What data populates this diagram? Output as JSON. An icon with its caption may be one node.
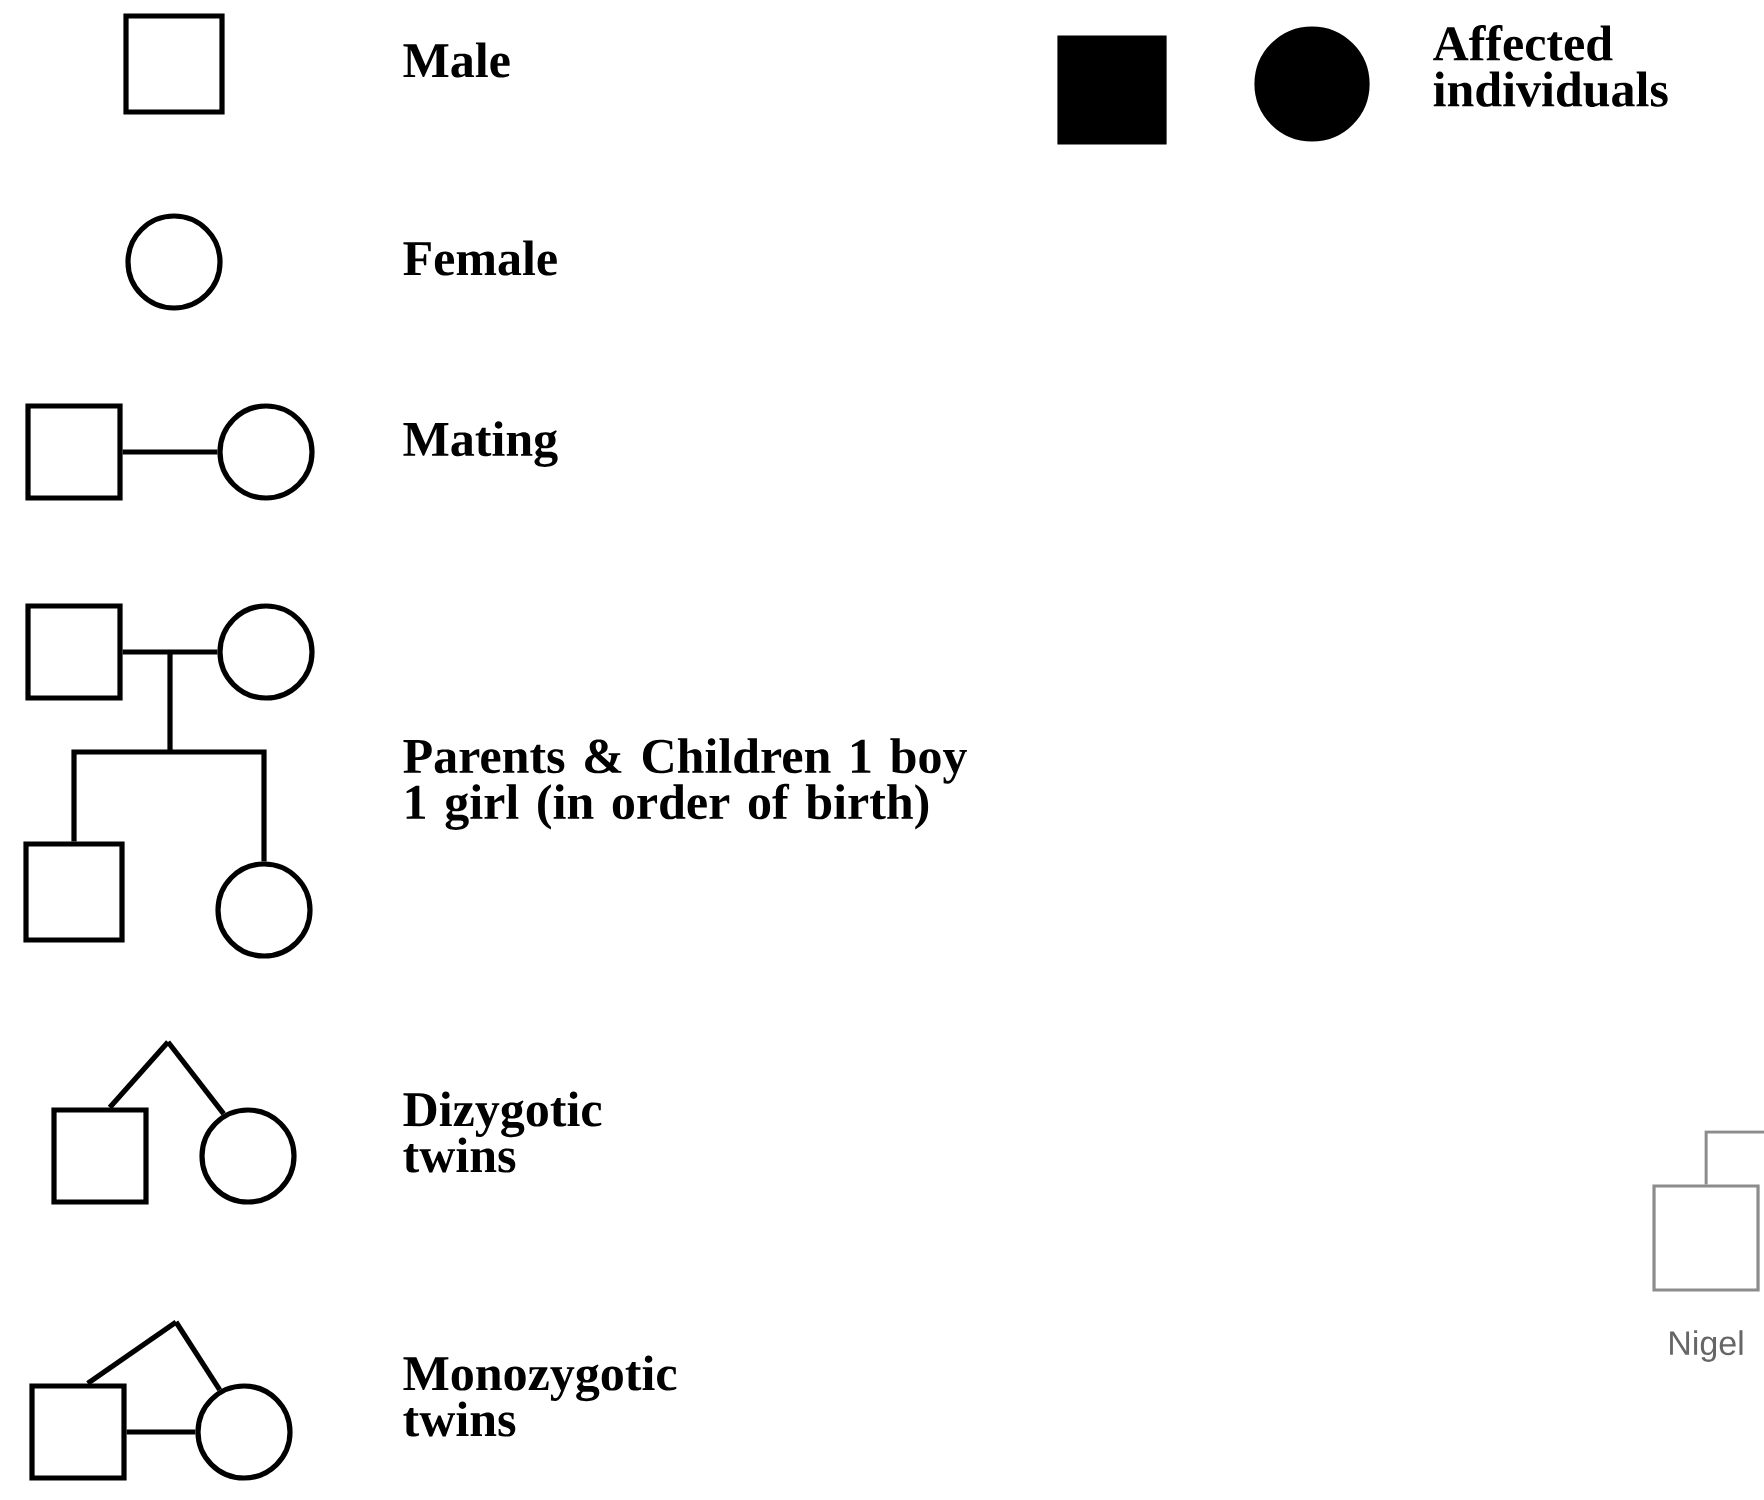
{
  "diagram": {
    "nodes": [
      {
        "text": [],
        "shape": "box"
      },
      {
        "text": [],
        "shape": "circle"
      },
      {
        "text": [],
        "shape": "box"
      },
      {
        "text": [],
        "shape": "circle"
      },
      {
        "text": [],
        "shape": "box"
      },
      {
        "text": [],
        "shape": "circle"
      },
      {
        "text": [],
        "shape": "box"
      },
      {
        "text": [],
        "shape": "circle"
      },
      {
        "text": [],
        "shape": "box"
      },
      {
        "text": [],
        "shape": "circle"
      },
      {
        "text": [],
        "shape": "box"
      },
      {
        "text": [],
        "shape": "circle"
      },
      {
        "text": [],
        "shape": "box"
      },
      {
        "text": [],
        "shape": "circle"
      },
      {
        "text": [],
        "shape": "box",
        "beside": [
          "Nigel"
        ]
      }
    ],
    "edges": [
      {
        "from": 2,
        "to": 3,
        "arrow": "none"
      },
      {
        "from": 4,
        "to": 5,
        "arrow": "none"
      },
      {
        "from": 4,
        "to": 6,
        "arrow": "none"
      },
      {
        "from": 4,
        "to": 7,
        "arrow": "none"
      },
      {
        "from": 5,
        "to": 6,
        "arrow": "none"
      },
      {
        "from": 5,
        "to": 7,
        "arrow": "none"
      },
      {
        "from": null,
        "to": 8,
        "arrow": "none"
      },
      {
        "from": null,
        "to": 9,
        "arrow": "none"
      },
      {
        "from": null,
        "to": 10,
        "arrow": "none"
      },
      {
        "from": null,
        "to": 11,
        "arrow": "none"
      },
      {
        "from": 10,
        "to": 11,
        "arrow": "none"
      },
      {
        "from": null,
        "to": 14,
        "arrow": "none",
        "color": "#8c8c8c"
      }
    ],
    "labels": [
      "Male",
      "Affected individuals",
      "Female",
      "Mating",
      "Parents & Children 1 boy 1 girl (in order of birth)",
      "Dizygotic twins",
      "Monozygotic twins"
    ]
  }
}
